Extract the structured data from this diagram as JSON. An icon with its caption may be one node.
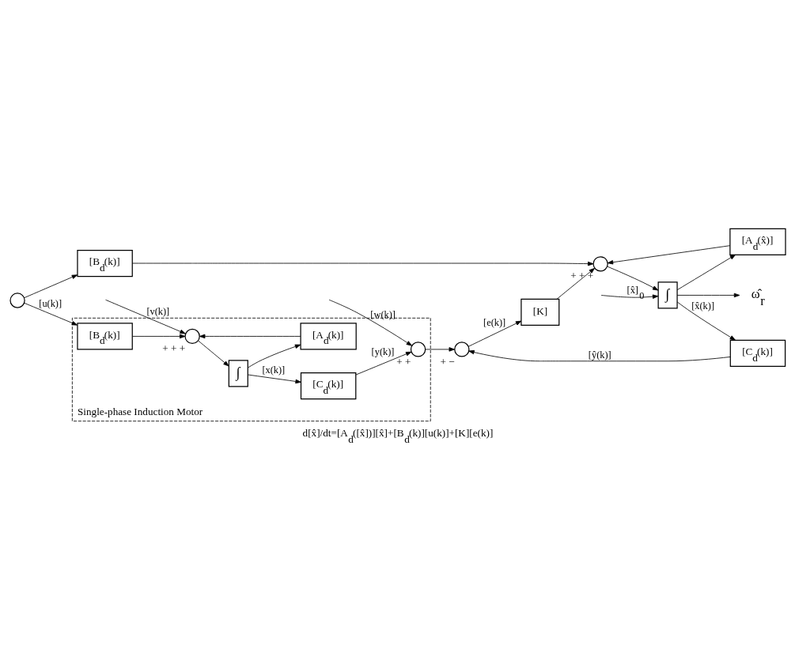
{
  "diagram": {
    "caption": "d[x̂]/dt=[A$_{d}$([x̂])][x̂]+[B$_{d}$(k)][u(k)]+[K][e(k)]",
    "nodes": [
      {
        "text": [
          "Single-phase Induction Motor"
        ]
      },
      {
        "text": [
          "[B$_{d}$(k)]"
        ],
        "in": 0
      },
      {
        "text": [],
        "shape": "circle",
        "in": 0,
        "beside": [
          "+",
          "+",
          "+"
        ]
      },
      {
        "text": [
          "∫"
        ],
        "in": 0
      },
      {
        "text": [
          "[C$_{d}$(k)]"
        ],
        "in": 0
      },
      {
        "text": [],
        "shape": "circle",
        "in": 0,
        "beside": [
          "+",
          "+"
        ]
      },
      {
        "text": [
          "[A$_{d}$(k)]"
        ],
        "in": 0
      },
      {
        "text": [],
        "shape": "circle"
      },
      {
        "text": [
          "ω̂$_{r}$"
        ]
      },
      {
        "text": [
          "[B$_{d}$(k)]"
        ]
      },
      {
        "text": [],
        "shape": "circle",
        "beside": [
          "+",
          "+",
          "+"
        ]
      },
      {
        "text": [
          "∫"
        ]
      },
      {
        "text": [
          "[C$_{d}$(k)]"
        ]
      },
      {
        "text": [],
        "shape": "circle",
        "beside": [
          "+",
          "−"
        ]
      },
      {
        "text": [
          "[A$_{d}$(x̂)]"
        ]
      },
      {
        "text": [
          "[K]"
        ]
      }
    ],
    "edges": [
      {
        "from": 7,
        "to": 1,
        "arrow": "to",
        "label": "[u(k)]"
      },
      {
        "from": 7,
        "to": 9,
        "arrow": "to"
      },
      {
        "from": 1,
        "to": 2,
        "arrow": "to"
      },
      {
        "from": null,
        "to": 2,
        "arrow": "to",
        "label": "[v(k)]"
      },
      {
        "from": 2,
        "to": 3,
        "arrow": "to"
      },
      {
        "from": 3,
        "to": 4,
        "arrow": "to",
        "label": "[x(k)]"
      },
      {
        "from": 3,
        "to": 6,
        "arrow": "to"
      },
      {
        "from": 6,
        "to": 2,
        "arrow": "to"
      },
      {
        "from": 4,
        "to": 5,
        "arrow": "to",
        "label": "[y(k)]"
      },
      {
        "from": null,
        "to": 5,
        "arrow": "to",
        "label": "[w(k)]"
      },
      {
        "from": 5,
        "to": 13,
        "arrow": "to"
      },
      {
        "from": 9,
        "to": 10,
        "arrow": "to"
      },
      {
        "from": null,
        "to": 11,
        "arrow": "to",
        "label": "[x̂]$_{0}$"
      },
      {
        "from": 10,
        "to": 11,
        "arrow": "to"
      },
      {
        "from": 11,
        "to": 12,
        "arrow": "to",
        "label": "[x̂(k)]"
      },
      {
        "from": 11,
        "to": 14,
        "arrow": "to"
      },
      {
        "from": 11,
        "to": 8,
        "arrow": "to"
      },
      {
        "from": 14,
        "to": 10,
        "arrow": "to"
      },
      {
        "from": 12,
        "to": 13,
        "arrow": "to",
        "label": "[ŷ(k)]"
      },
      {
        "from": 13,
        "to": 15,
        "arrow": "to",
        "label": "[e(k)]"
      },
      {
        "from": 15,
        "to": 10,
        "arrow": "to"
      }
    ]
  }
}
